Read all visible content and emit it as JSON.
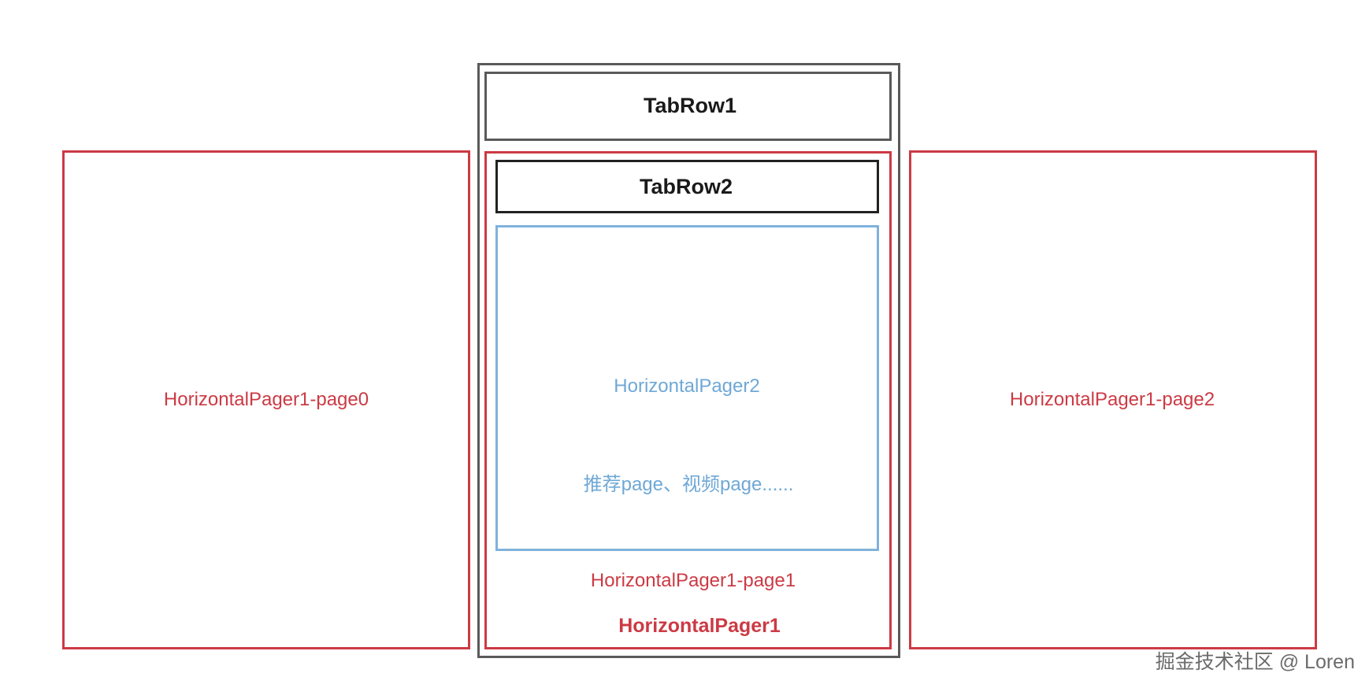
{
  "diagram": {
    "tabrow1_label": "TabRow1",
    "tabrow2_label": "TabRow2",
    "pager2_label": "HorizontalPager2",
    "pager2_sub_label": "推荐page、视频page......",
    "page0_label": "HorizontalPager1-page0",
    "page1_label": "HorizontalPager1-page1",
    "page2_label": "HorizontalPager1-page2",
    "pager1_label": "HorizontalPager1"
  },
  "watermark": "掘金技术社区 @ Loren",
  "colors": {
    "pager1_border": "#cc3a44",
    "pager2_border": "#7fb2dc",
    "screen_border": "#5a5a5a",
    "tabrow2_border": "#222222"
  }
}
